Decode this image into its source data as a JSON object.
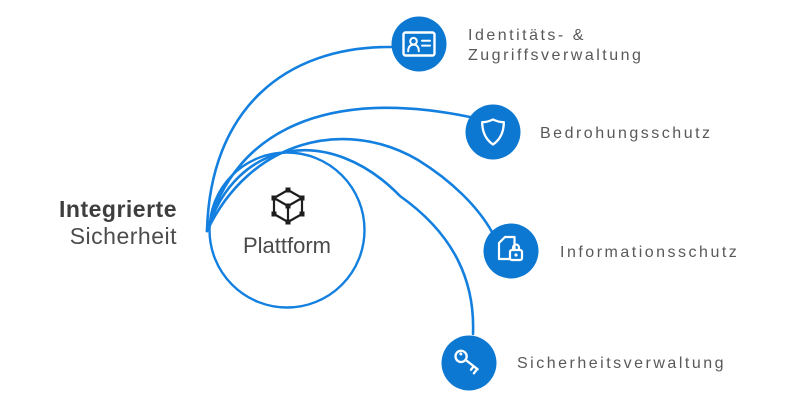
{
  "title": {
    "line1": "Integrierte",
    "line2": "Sicherheit"
  },
  "platform": {
    "label": "Plattform",
    "icon": "cube-network-icon"
  },
  "branches": [
    {
      "icon": "id-card-icon",
      "label_line1": "Identitäts- &",
      "label_line2": "Zugriffsverwaltung"
    },
    {
      "icon": "shield-icon",
      "label": "Bedrohungsschutz"
    },
    {
      "icon": "document-lock-icon",
      "label": "Informationsschutz"
    },
    {
      "icon": "key-icon",
      "label": "Sicherheitsverwaltung"
    }
  ],
  "colors": {
    "accent_blue": "#0D78D2",
    "curve_blue": "#1380E0",
    "label_gray": "#595959",
    "title_dark": "#3E3E3E",
    "title_gray": "#4C4C4C",
    "platform_text": "#4A4A4A",
    "cube_dark": "#1E1E1E"
  }
}
